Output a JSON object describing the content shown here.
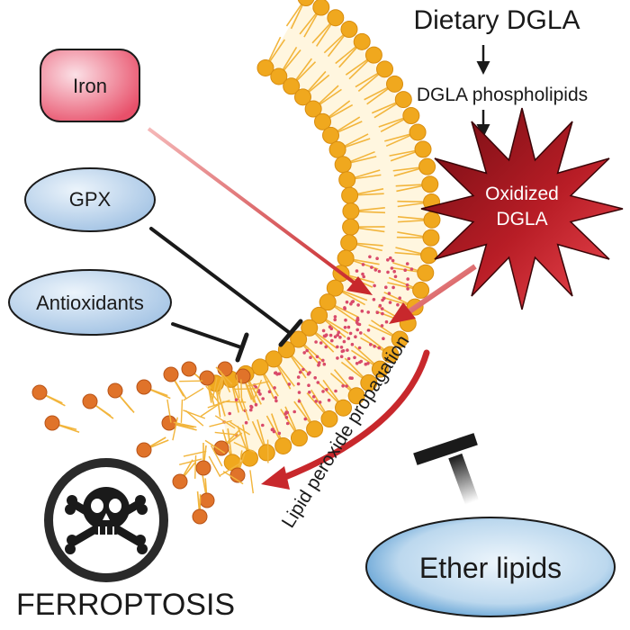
{
  "title_text": "Dietary DGLA",
  "phospholipid_text": "DGLA phospholipids",
  "oxidized_text": [
    "Oxidized",
    "DGLA"
  ],
  "iron_label": "Iron",
  "gpx_label": "GPX",
  "antioxidants_label": "Antioxidants",
  "propagation_label": "Lipid peroxide propagation",
  "ether_label": "Ether lipids",
  "ferroptosis_label": "FERROPTOSIS",
  "colors": {
    "lipid_head": "#f0a81e",
    "lipid_tail": "#f2b53c",
    "peroxide_dot": "#d94a6a",
    "dead_lipid": "#e0732a",
    "arrow_red": "#c8282c",
    "iron_fill": "#e8506a",
    "gpx_fill": "#aecbe8",
    "ether_fill": "#2a7fc4",
    "star_fill": "#a51520",
    "inhibitor": "#1a1a1a"
  },
  "icons": [
    "skull-crossbones-icon",
    "inhibitor-bar-icon",
    "arrow-icon"
  ]
}
